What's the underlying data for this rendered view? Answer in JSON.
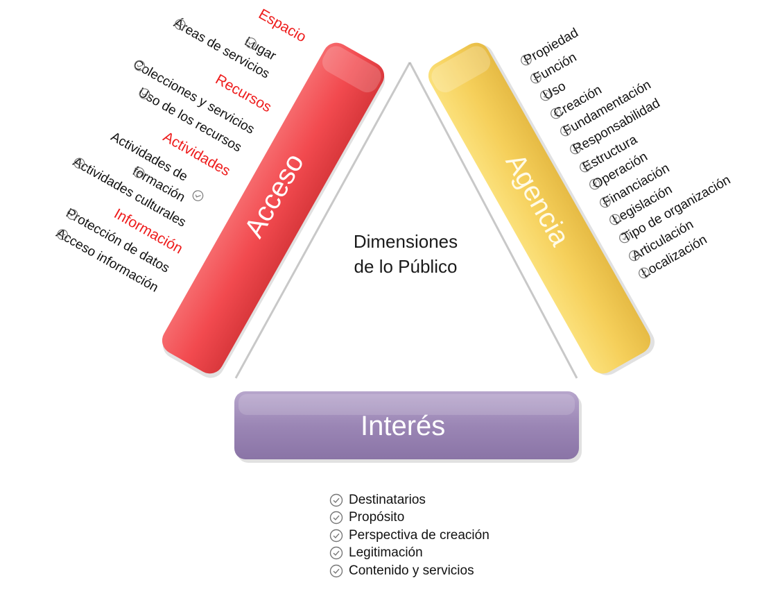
{
  "center_title": [
    "Dimensiones",
    "de lo Público"
  ],
  "access": {
    "label": "Acceso",
    "color": "#f1464b",
    "items": [
      {
        "text": "Espacio",
        "heading": true
      },
      {
        "text": "Lugar",
        "heading": false
      },
      {
        "text": "Áreas de servicios",
        "heading": false
      },
      {
        "text": "Recursos",
        "heading": true
      },
      {
        "text": "Colecciones y servicios",
        "heading": false
      },
      {
        "text": "Uso de los recursos",
        "heading": false
      },
      {
        "text": "Actividades",
        "heading": true
      },
      {
        "text": "Actividades de",
        "heading": false
      },
      {
        "text": "formación",
        "heading": false
      },
      {
        "text": "Actividades culturales",
        "heading": false
      },
      {
        "text": "Información",
        "heading": true
      },
      {
        "text": "Protección de datos",
        "heading": false
      },
      {
        "text": "Acceso información",
        "heading": false
      }
    ]
  },
  "agency": {
    "label": "Agencia",
    "color": "#f5cf5a",
    "items": [
      "Propiedad",
      "Función",
      "Uso",
      "Creación",
      "Fundamentación",
      "Responsabilidad",
      "Estructura",
      "Operación",
      "Financiación",
      "Legislación",
      "Tipo de organización",
      "Articulación",
      "Localización"
    ]
  },
  "interest": {
    "label": "Interés",
    "color": "#9b86b5",
    "items": [
      "Destinatarios",
      "Propósito",
      "Perspectiva de creación",
      "Legitimación",
      "Contenido y servicios"
    ]
  }
}
